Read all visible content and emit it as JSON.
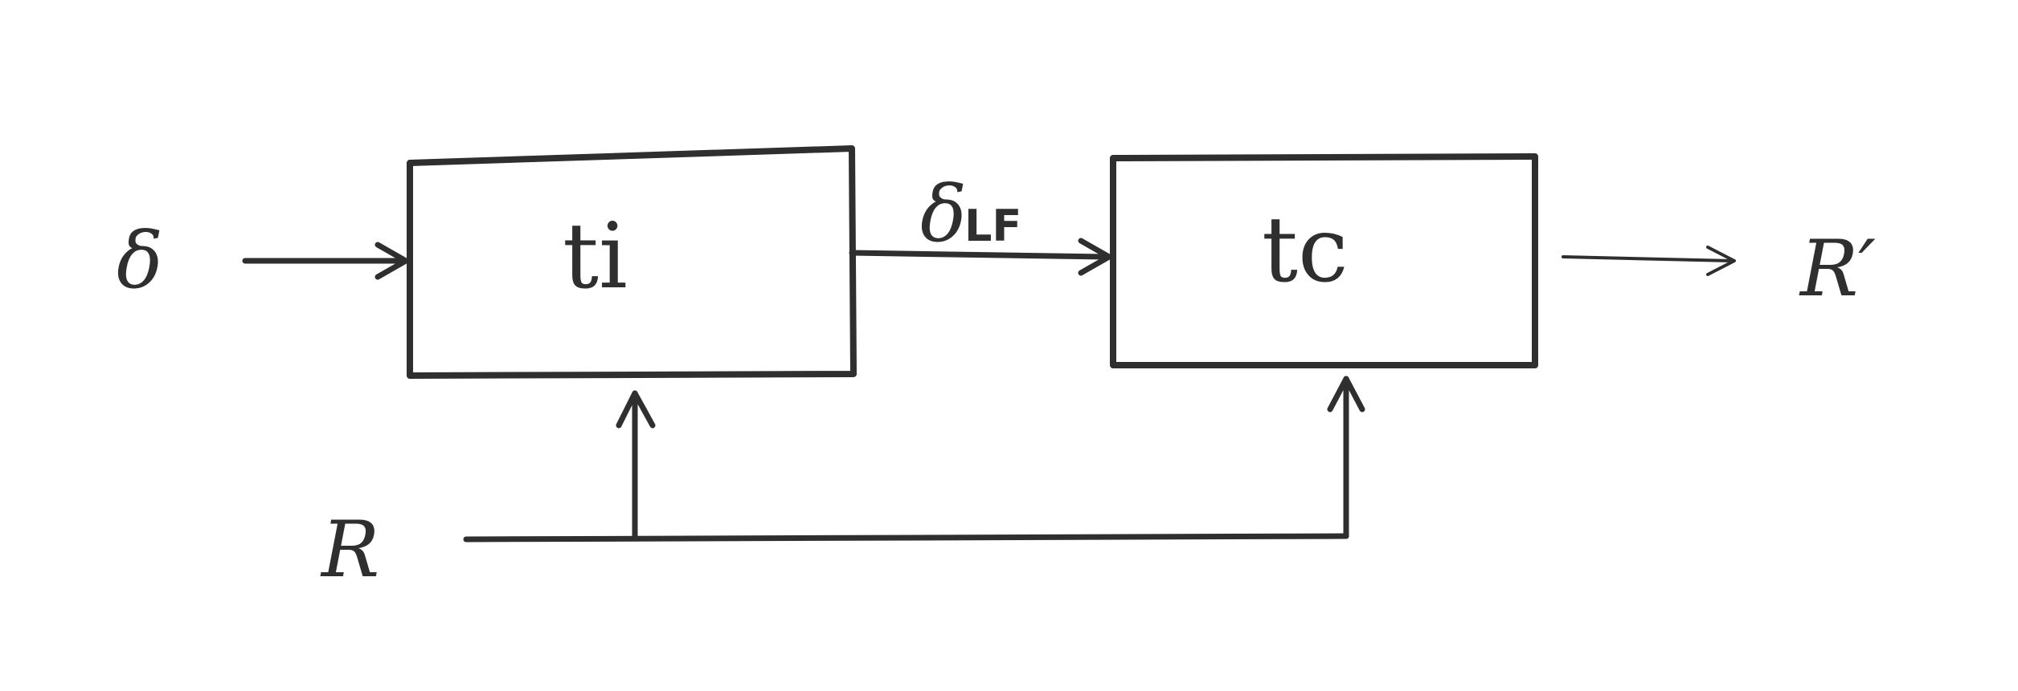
{
  "diagram": {
    "blocks": [
      {
        "id": "ti",
        "label": "ti"
      },
      {
        "id": "tc",
        "label": "tc"
      }
    ],
    "labels": {
      "input": "δ",
      "intermediate_main": "δ",
      "intermediate_sub": "LF",
      "output": "R′",
      "reference": "R"
    },
    "colors": {
      "ink": "#2f2f2f",
      "background": "#ffffff"
    }
  }
}
